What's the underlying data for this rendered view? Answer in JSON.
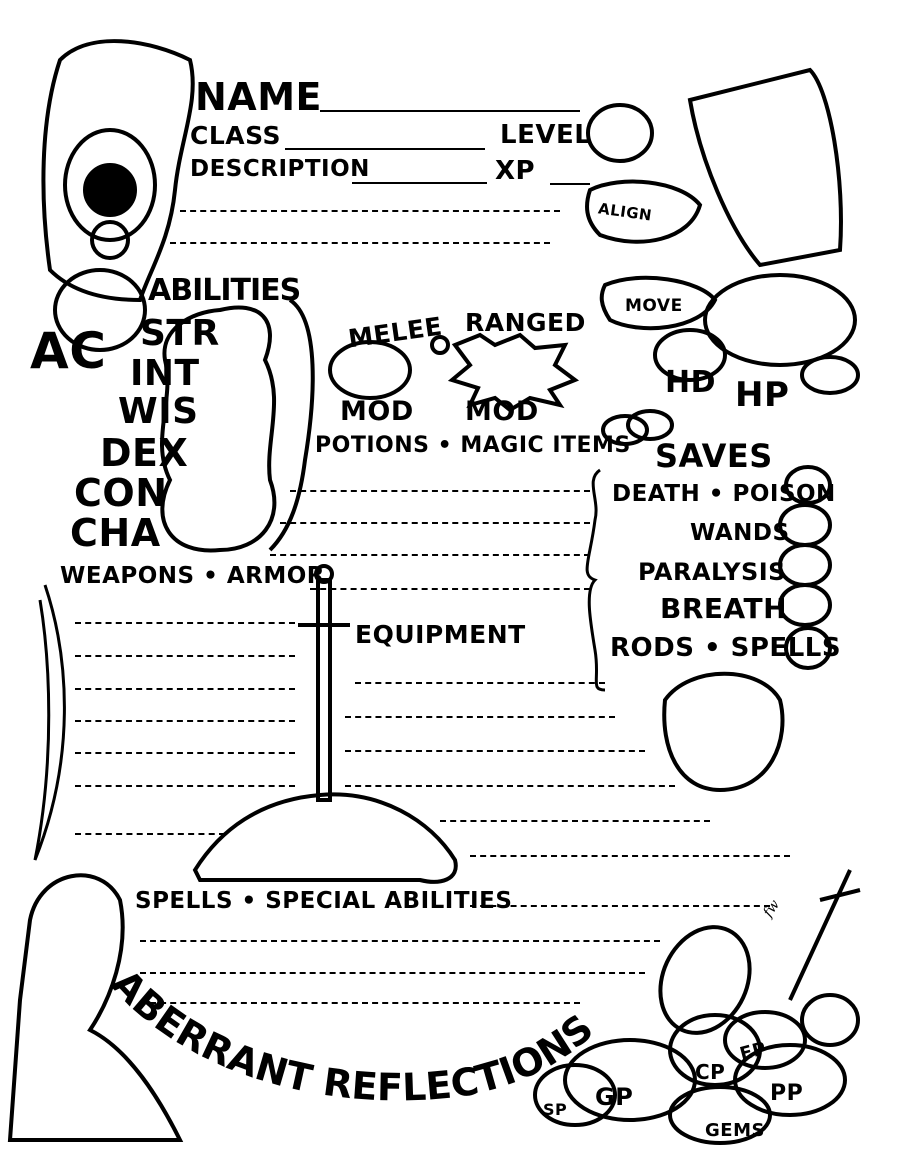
{
  "header": {
    "name_label": "NAME",
    "class_label": "CLASS",
    "description_label": "DESCRIPTION",
    "level_label": "LEVEL",
    "xp_label": "XP",
    "align_label": "ALIGN",
    "move_label": "MOVE",
    "hd_label": "HD",
    "hp_label": "HP"
  },
  "abilities": {
    "title": "ABILITIES",
    "ac_label": "AC",
    "items": [
      "STR",
      "INT",
      "WIS",
      "DEX",
      "CON",
      "CHA"
    ]
  },
  "attacks": {
    "melee_label": "MELEE",
    "ranged_label": "RANGED",
    "melee_mod_label": "MOD",
    "ranged_mod_label": "MOD"
  },
  "sections": {
    "potions_label": "POTIONS • MAGIC ITEMS",
    "weapons_label": "WEAPONS • ARMOR",
    "equipment_label": "EQUIPMENT",
    "spells_label": "SPELLS • SPECIAL ABILITIES"
  },
  "saves": {
    "title": "SAVES",
    "items": [
      "DEATH • POISON",
      "WANDS",
      "PARALYSIS",
      "BREATH",
      "RODS • SPELLS"
    ]
  },
  "treasure": {
    "items": [
      "SP",
      "GP",
      "CP",
      "EP",
      "PP",
      "GEMS"
    ]
  },
  "banner": "ABERRANT REFLECTIONS",
  "signature": "fw",
  "colors": {
    "ink": "#000000",
    "paper": "#ffffff"
  }
}
